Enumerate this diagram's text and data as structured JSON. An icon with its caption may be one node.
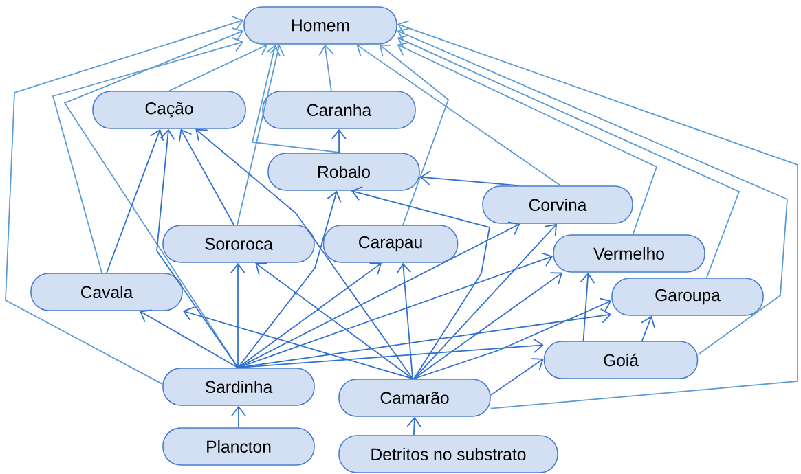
{
  "diagram": {
    "nodes": [
      {
        "text": [
          "Homem"
        ]
      },
      {
        "text": [
          "Cação"
        ]
      },
      {
        "text": [
          "Caranha"
        ]
      },
      {
        "text": [
          "Robalo"
        ]
      },
      {
        "text": [
          "Corvina"
        ]
      },
      {
        "text": [
          "Sororoca"
        ]
      },
      {
        "text": [
          "Carapau"
        ]
      },
      {
        "text": [
          "Vermelho"
        ]
      },
      {
        "text": [
          "Cavala"
        ]
      },
      {
        "text": [
          "Garoupa"
        ]
      },
      {
        "text": [
          "Goiá"
        ]
      },
      {
        "text": [
          "Sardinha"
        ]
      },
      {
        "text": [
          "Camarão"
        ]
      },
      {
        "text": [
          "Plancton"
        ]
      },
      {
        "text": [
          "Detritos no substrato"
        ]
      }
    ],
    "edges": [
      {
        "from": 1,
        "to": 0,
        "arrow": "to",
        "color": "#5b9bd5"
      },
      {
        "from": 2,
        "to": 0,
        "arrow": "to",
        "color": "#5b9bd5"
      },
      {
        "from": 3,
        "to": 0,
        "arrow": "to",
        "color": "#5b9bd5"
      },
      {
        "from": 5,
        "to": 0,
        "arrow": "to",
        "color": "#5b9bd5"
      },
      {
        "from": 4,
        "to": 0,
        "arrow": "to",
        "color": "#5b9bd5"
      },
      {
        "from": 6,
        "to": 0,
        "arrow": "to",
        "color": "#5b9bd5"
      },
      {
        "from": 7,
        "to": 0,
        "arrow": "to",
        "color": "#5b9bd5"
      },
      {
        "from": 9,
        "to": 0,
        "arrow": "to",
        "color": "#5b9bd5"
      },
      {
        "from": 10,
        "to": 0,
        "arrow": "to",
        "color": "#5b9bd5"
      },
      {
        "from": 12,
        "to": 0,
        "arrow": "to",
        "color": "#5b9bd5"
      },
      {
        "from": 8,
        "to": 0,
        "arrow": "to",
        "color": "#5b9bd5"
      },
      {
        "from": 11,
        "to": 0,
        "arrow": "to",
        "color": "#5b9bd5"
      },
      {
        "from": 11,
        "to": 0,
        "arrow": "to",
        "color": "#5b9bd5"
      },
      {
        "from": 3,
        "to": 2,
        "arrow": "to"
      },
      {
        "from": 4,
        "to": 3,
        "arrow": "to"
      },
      {
        "from": 8,
        "to": 1,
        "arrow": "to"
      },
      {
        "from": 11,
        "to": 1,
        "arrow": "to"
      },
      {
        "from": 5,
        "to": 1,
        "arrow": "to"
      },
      {
        "from": 12,
        "to": 1,
        "arrow": "to"
      },
      {
        "from": 11,
        "to": 8,
        "arrow": "to"
      },
      {
        "from": 12,
        "to": 8,
        "arrow": "to"
      },
      {
        "from": 11,
        "to": 5,
        "arrow": "to"
      },
      {
        "from": 12,
        "to": 5,
        "arrow": "to"
      },
      {
        "from": 11,
        "to": 3,
        "arrow": "to"
      },
      {
        "from": 12,
        "to": 3,
        "arrow": "to"
      },
      {
        "from": 11,
        "to": 6,
        "arrow": "to"
      },
      {
        "from": 12,
        "to": 6,
        "arrow": "to"
      },
      {
        "from": 11,
        "to": 4,
        "arrow": "to"
      },
      {
        "from": 12,
        "to": 4,
        "arrow": "to"
      },
      {
        "from": 11,
        "to": 7,
        "arrow": "to"
      },
      {
        "from": 12,
        "to": 7,
        "arrow": "to"
      },
      {
        "from": 10,
        "to": 7,
        "arrow": "to"
      },
      {
        "from": 11,
        "to": 9,
        "arrow": "to"
      },
      {
        "from": 12,
        "to": 9,
        "arrow": "to"
      },
      {
        "from": 10,
        "to": 9,
        "arrow": "to"
      },
      {
        "from": 11,
        "to": 10,
        "arrow": "to"
      },
      {
        "from": 12,
        "to": 10,
        "arrow": "to"
      },
      {
        "from": 13,
        "to": 11,
        "arrow": "to"
      },
      {
        "from": 14,
        "to": 12,
        "arrow": "to"
      }
    ]
  }
}
